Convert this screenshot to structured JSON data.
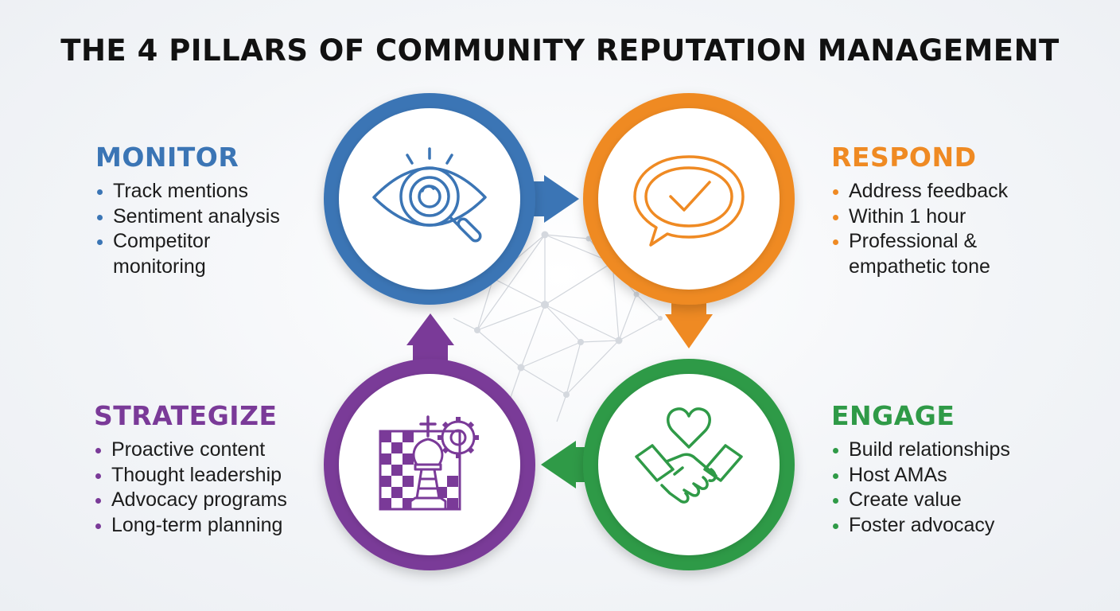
{
  "title": "THE 4 PILLARS OF COMMUNITY REPUTATION MANAGEMENT",
  "colors": {
    "monitor": "#3b75b5",
    "respond": "#ef8a23",
    "engage": "#2f9a47",
    "strategize": "#7a3a98",
    "network": "#c8ccd3"
  },
  "pillars": {
    "monitor": {
      "heading": "MONITOR",
      "icon": "eye-magnifier-icon",
      "items": [
        "Track mentions",
        "Sentiment analysis",
        "Competitor\n monitoring"
      ]
    },
    "respond": {
      "heading": "RESPOND",
      "icon": "chat-bubble-check-icon",
      "items": [
        "Address feedback",
        "Within 1 hour",
        "Professional &\n empathetic tone"
      ]
    },
    "engage": {
      "heading": "ENGAGE",
      "icon": "handshake-heart-icon",
      "items": [
        "Build relationships",
        "Host AMAs",
        "Create value",
        "Foster advocacy"
      ]
    },
    "strategize": {
      "heading": "STRATEGIZE",
      "icon": "chess-king-gear-icon",
      "items": [
        "Proactive content",
        "Thought leadership",
        "Advocacy programs",
        "Long-term planning"
      ]
    }
  }
}
